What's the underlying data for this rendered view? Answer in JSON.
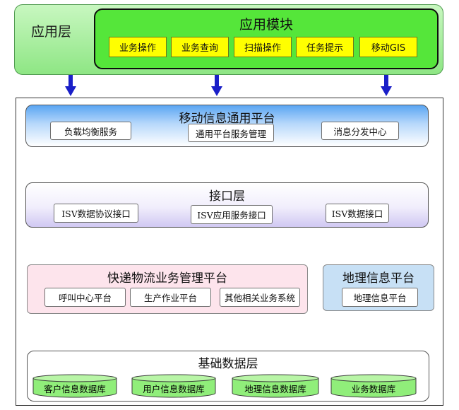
{
  "application_layer": {
    "label": "应用层",
    "module_title": "应用模块",
    "modules": [
      "业务操作",
      "业务查询",
      "扫描操作",
      "任务提示",
      "移动GIS"
    ]
  },
  "mobile_platform": {
    "title": "移动信息通用平台",
    "items": [
      "负载均衡服务",
      "通用平台服务管理",
      "消息分发中心"
    ]
  },
  "interface_layer": {
    "title": "接口层",
    "items": [
      "ISV数据协议接口",
      "ISV应用服务接口",
      "ISV数据接口"
    ]
  },
  "logistics_platform": {
    "title": "快递物流业务管理平台",
    "items": [
      "呼叫中心平台",
      "生产作业平台",
      "其他相关业务系统"
    ]
  },
  "gis_platform": {
    "title": "地理信息平台",
    "item": "地理信息平台"
  },
  "base_data_layer": {
    "title": "基础数据层",
    "databases": [
      "客户信息数据库",
      "用户信息数据库",
      "地理信息数据库",
      "业务数据库"
    ]
  },
  "colors": {
    "arrow": "#1a1fc8",
    "application_layer": "#8ee684",
    "module_box": "#55e63a",
    "module_button": "#ffff00",
    "mobile_platform": "#5aa5f2",
    "interface_layer": "#d0c8f2",
    "logistics_platform": "#fde4ec",
    "gis_platform": "#c7e0f5",
    "database": "#90ee7a"
  },
  "icons": {
    "connector": "bidirectional-arrow-icon",
    "database": "database-cylinder-icon"
  }
}
